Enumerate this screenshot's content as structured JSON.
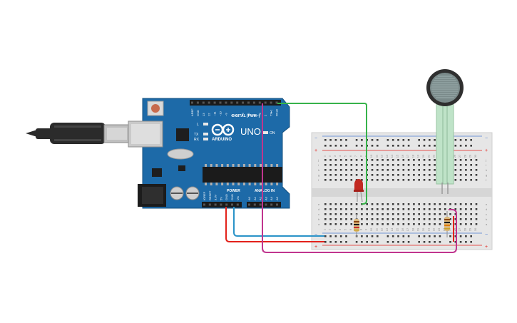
{
  "board": {
    "brand": "ARDUINO",
    "model": "UNO",
    "power_label": "POWER",
    "analog_label": "ANALOG IN",
    "digital_label": "DIGITAL (PWM~)",
    "led_labels": {
      "l": "L",
      "tx": "TX",
      "rx": "RX",
      "on": "ON"
    },
    "power_pins": [
      "IOREF",
      "RESET",
      "3.3V",
      "5V",
      "GND",
      "GND",
      "Vin"
    ],
    "analog_pins": [
      "A0",
      "A1",
      "A2",
      "A3",
      "A4",
      "A5"
    ],
    "digital_pins": [
      "AREF",
      "GND",
      "13",
      "12",
      "~11",
      "~10",
      "~9",
      "8",
      "7",
      "~6",
      "~5",
      "4",
      "~3",
      "2",
      "TX▸1",
      "RX◂0"
    ]
  },
  "breadboard": {
    "row_letters_top": [
      "j",
      "i",
      "h",
      "g",
      "f"
    ],
    "row_letters_bottom": [
      "e",
      "d",
      "c",
      "b",
      "a"
    ],
    "rail_signs": {
      "minus": "−",
      "plus": "+"
    },
    "column_numbers": [
      "1",
      "2",
      "3",
      "4",
      "5",
      "6",
      "7",
      "8",
      "9",
      "10",
      "11",
      "12",
      "13",
      "14",
      "15",
      "16",
      "17",
      "18",
      "19",
      "20",
      "21",
      "22",
      "23",
      "24",
      "25",
      "26",
      "27",
      "28",
      "29",
      "30"
    ]
  },
  "colors": {
    "board": "#1d6aa8",
    "board_dark": "#15507f",
    "breadboard": "#e6e6e6",
    "wire_green": "#37b34a",
    "wire_red": "#e3221b",
    "wire_blue": "#2a93c8",
    "wire_magenta": "#c0358e",
    "led": "#c22a22",
    "resistor": "#d9b77a",
    "usb": "#2b2b2b"
  }
}
